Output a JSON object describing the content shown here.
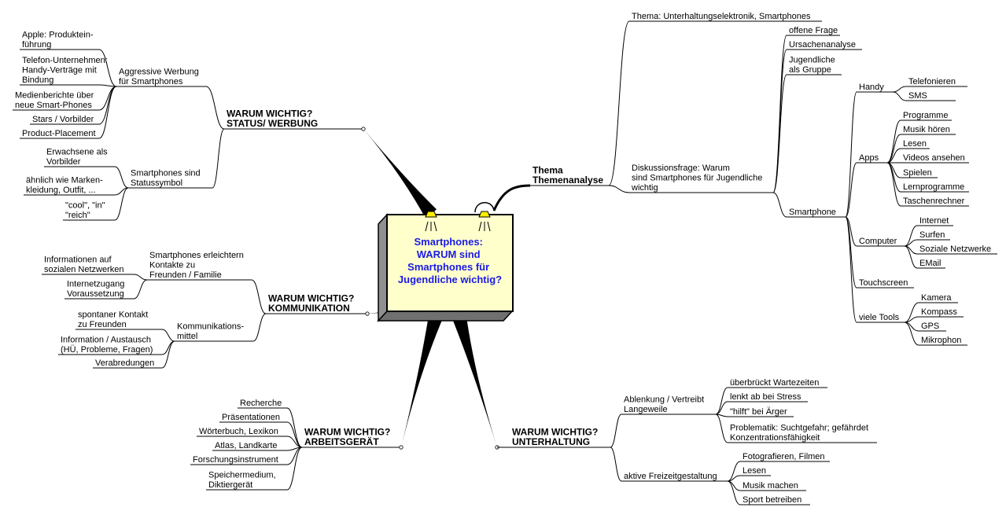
{
  "center": {
    "lines": [
      "Smartphones:",
      "WARUM sind",
      "Smartphones für",
      "Jugendliche wichtig?"
    ],
    "fill": "#ffffcc",
    "text_color": "#1a1ae6",
    "bulb_color": "#ffee00"
  },
  "branches": {
    "status": {
      "title": [
        "WARUM WICHTIG?",
        "STATUS/ WERBUNG"
      ],
      "werbung": {
        "label": [
          "Aggressive Werbung",
          "für Smartphones"
        ],
        "items": [
          [
            "Apple: Produktein-",
            "führung"
          ],
          [
            "Telefon-Unternehmen:",
            "Handy-Verträge mit",
            "Bindung"
          ],
          [
            "Medienberichte über",
            "neue Smart-Phones"
          ],
          [
            "Stars / Vorbilder"
          ],
          [
            "Product-Placement"
          ]
        ]
      },
      "statussymbol": {
        "label": [
          "Smartphones sind",
          "Statussymbol"
        ],
        "items": [
          [
            "Erwachsene als",
            "Vorbilder"
          ],
          [
            "ähnlich wie Marken-",
            "kleidung, Outfit, ..."
          ],
          [
            "\"cool\", \"in\"",
            "\"reich\""
          ]
        ]
      }
    },
    "kommunikation": {
      "title": [
        "WARUM WICHTIG?",
        "KOMMUNIKATION"
      ],
      "kontakte": {
        "label": [
          "Smartphones erleichtern",
          "Kontakte zu",
          "Freunden / Familie"
        ],
        "items": [
          [
            "Informationen auf",
            "sozialen Netzwerken"
          ],
          [
            "Internetzugang",
            "Voraussetzung"
          ]
        ]
      },
      "mittel": {
        "label": [
          "Kommunikations-",
          "mittel"
        ],
        "items": [
          [
            "spontaner Kontakt",
            "zu Freunden"
          ],
          [
            "Information / Austausch",
            "(HÜ, Probleme, Fragen)"
          ],
          [
            "Verabredungen"
          ]
        ]
      }
    },
    "arbeit": {
      "title": [
        "WARUM WICHTIG?",
        "ARBEITSGERÄT"
      ],
      "items": [
        [
          "Recherche"
        ],
        [
          "Präsentationen"
        ],
        [
          "Wörterbuch, Lexikon"
        ],
        [
          "Atlas, Landkarte"
        ],
        [
          "Forschungsinstrument"
        ],
        [
          "Speichermedium,",
          "Diktiergerät"
        ]
      ]
    },
    "thema": {
      "title": [
        "Thema",
        "Themenanalyse"
      ],
      "topic": [
        "Thema: Unterhaltungselektronik, Smartphones"
      ],
      "question": {
        "label": [
          "Diskussionsfrage: Warum",
          "sind Smartphones für Jugendliche",
          "wichtig"
        ],
        "items": [
          [
            "offene Frage"
          ],
          [
            "Ursachenanalyse"
          ],
          [
            "Jugendliche",
            "als Gruppe"
          ]
        ],
        "smartphone": {
          "label": [
            "Smartphone"
          ],
          "handy": {
            "label": [
              "Handy"
            ],
            "items": [
              [
                "Telefonieren"
              ],
              [
                "SMS"
              ]
            ]
          },
          "apps": {
            "label": [
              "Apps"
            ],
            "items": [
              [
                "Programme"
              ],
              [
                "Musik hören"
              ],
              [
                "Lesen"
              ],
              [
                "Videos ansehen"
              ],
              [
                "Spielen"
              ],
              [
                "Lernprogramme"
              ],
              [
                "Taschenrechner"
              ]
            ]
          },
          "computer": {
            "label": [
              "Computer"
            ],
            "items": [
              [
                "Internet"
              ],
              [
                "Surfen"
              ],
              [
                "Soziale Netzwerke"
              ],
              [
                "EMail"
              ]
            ]
          },
          "touchscreen": {
            "label": [
              "Touchscreen"
            ]
          },
          "tools": {
            "label": [
              "viele Tools"
            ],
            "items": [
              [
                "Kamera"
              ],
              [
                "Kompass"
              ],
              [
                "GPS"
              ],
              [
                "Mikrophon"
              ]
            ]
          }
        }
      }
    },
    "unterhaltung": {
      "title": [
        "WARUM WICHTIG?",
        "UNTERHALTUNG"
      ],
      "ablenkung": {
        "label": [
          "Ablenkung / Vertreibt",
          "Langeweile"
        ],
        "items": [
          [
            "überbrückt Wartezeiten"
          ],
          [
            "lenkt ab bei Stress"
          ],
          [
            "\"hilft\" bei Ärger"
          ],
          [
            "Problematik: Suchtgefahr; gefährdet",
            "Konzentrationsfähigkeit"
          ]
        ]
      },
      "freizeit": {
        "label": [
          "aktive Freizeitgestaltung"
        ],
        "items": [
          [
            "Fotografieren, Filmen"
          ],
          [
            "Lesen"
          ],
          [
            "Musik machen"
          ],
          [
            "Sport betreiben"
          ]
        ]
      }
    }
  }
}
